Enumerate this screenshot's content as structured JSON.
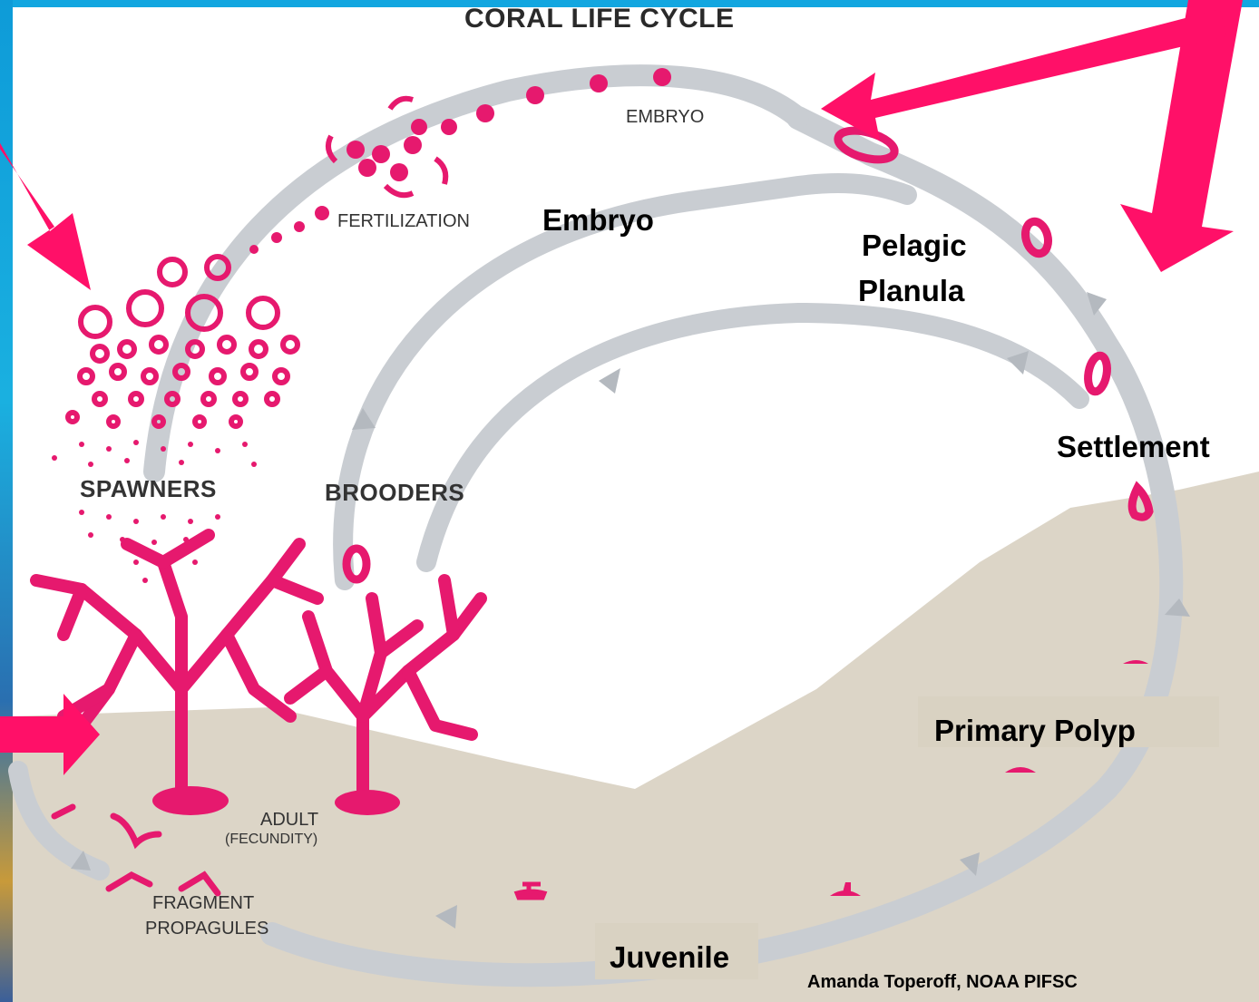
{
  "diagram": {
    "title": "CORAL LIFE CYCLE",
    "labels": {
      "embryo_small": "EMBRYO",
      "fertilization": "FERTILIZATION",
      "spawners": "SPAWNERS",
      "brooders": "BROODERS",
      "adult": "ADULT",
      "fecundity": "(FECUNDITY)",
      "fragment": "FRAGMENT",
      "propagules": "PROPAGULES"
    },
    "annotations": {
      "embryo": "Embryo",
      "pelagic": "Pelagic",
      "planula": "Planula",
      "settlement": "Settlement",
      "primary_polyp": "Primary Polyp",
      "juvenile": "Juvenile"
    },
    "credit": "Amanda Toperoff, NOAA PIFSC"
  },
  "colors": {
    "coral_pink": "#e6196e",
    "arrow_magenta": "#ff1068",
    "cycle_gray": "#c9cdd2",
    "seafloor_tan": "#dcd5c7",
    "border_blue": "#1e7fc8"
  }
}
